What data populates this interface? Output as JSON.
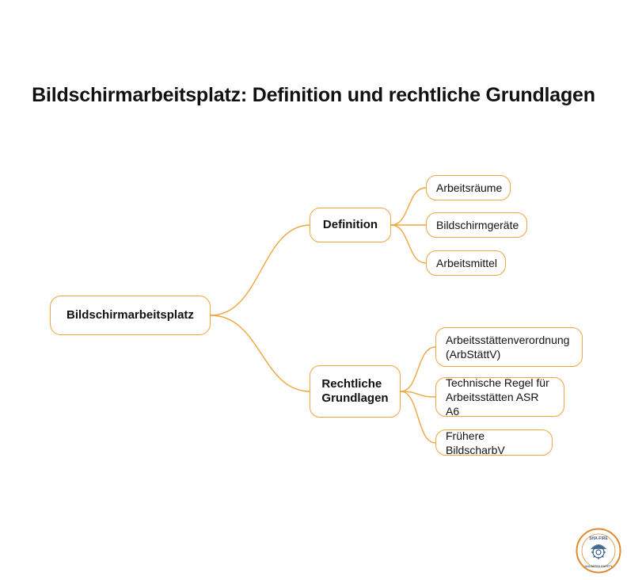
{
  "title": "Bildschirmarbeitsplatz: Definition und rechtliche Grundlagen",
  "root": {
    "label": "Bildschirmarbeitsplatz"
  },
  "branches": [
    {
      "label": "Definition",
      "children": [
        "Arbeitsräume",
        "Bildschirmgeräte",
        "Arbeitsmittel"
      ]
    },
    {
      "label": "Rechtliche\nGrundlagen",
      "children": [
        "Arbeitsstättenverordnung\n(ArbStättV)",
        "Technische Regel für\nArbeitsstätten ASR A6",
        "Frühere BildscharbV"
      ]
    }
  ],
  "logo": {
    "top_text": "SHA-FIRE",
    "bottom_text": "UNLIMITED SAFETY"
  },
  "colors": {
    "accent": "#f0a53c",
    "logo_ring": "#e08a2e",
    "logo_blue": "#3b5f8a",
    "text": "#111111"
  }
}
